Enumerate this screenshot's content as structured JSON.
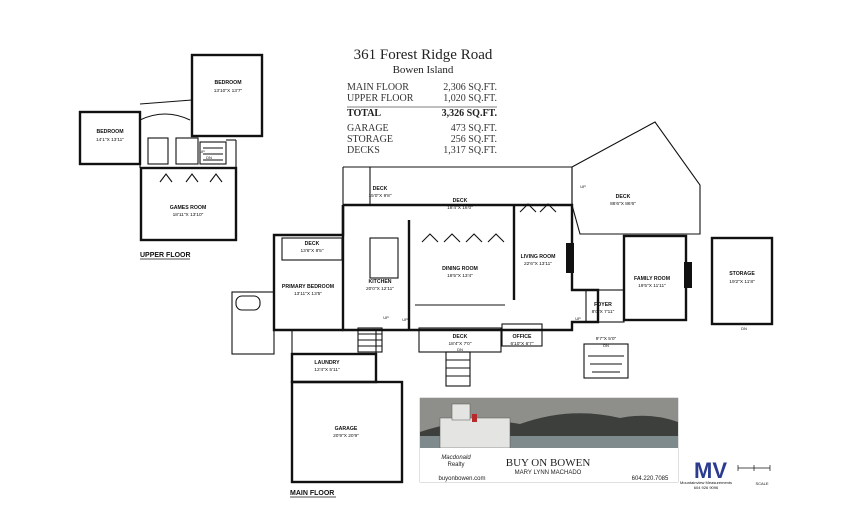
{
  "header": {
    "address": "361 Forest Ridge Road",
    "locality": "Bowen Island"
  },
  "areas": [
    {
      "label": "MAIN FLOOR",
      "value": "2,306 SQ.FT."
    },
    {
      "label": "UPPER FLOOR",
      "value": "1,020 SQ.FT."
    },
    {
      "label": "TOTAL",
      "value": "3,326 SQ.FT."
    },
    {
      "label": "GARAGE",
      "value": "473 SQ.FT."
    },
    {
      "label": "STORAGE",
      "value": "256 SQ.FT."
    },
    {
      "label": "DECKS",
      "value": "1,317 SQ.FT."
    }
  ],
  "floors": {
    "upper": "UPPER FLOOR",
    "main": "MAIN FLOOR"
  },
  "rooms": {
    "bedroom_a": {
      "name": "BEDROOM",
      "dims": "13'10\"X 13'7\""
    },
    "bedroom_b": {
      "name": "BEDROOM",
      "dims": "14'1\"X 13'11\""
    },
    "games_room": {
      "name": "GAMES ROOM",
      "dims": "18'11\"X 13'10\""
    },
    "deck_1": {
      "name": "DECK",
      "dims": "15'0\"X 9'8\""
    },
    "deck_2": {
      "name": "DECK",
      "dims": "18'4\"X 16'0\""
    },
    "deck_3": {
      "name": "DECK",
      "dims": "86'6\"X 86'6\""
    },
    "deck_4": {
      "name": "DECK",
      "dims": "13'6\"X 8'5\""
    },
    "deck_5": {
      "name": "DECK",
      "dims": "18'4\"X 7'0\""
    },
    "primary_bedroom": {
      "name": "PRIMARY BEDROOM",
      "dims": "13'11\"X 13'5\""
    },
    "kitchen": {
      "name": "KITCHEN",
      "dims": "20'0\"X 12'11\""
    },
    "dining_room": {
      "name": "DINING ROOM",
      "dims": "18'5\"X 13'4\""
    },
    "living_room": {
      "name": "LIVING ROOM",
      "dims": "22'6\"X 13'11\""
    },
    "family_room": {
      "name": "FAMILY ROOM",
      "dims": "19'5\"X 11'11\""
    },
    "storage": {
      "name": "STORAGE",
      "dims": "19'2\"X 11'8\""
    },
    "foyer": {
      "name": "FOYER",
      "dims": "8'0\"X 7'11\""
    },
    "office": {
      "name": "OFFICE",
      "dims": "6'10\"X 6'7\""
    },
    "laundry": {
      "name": "LAUNDRY",
      "dims": "12'4\"X 5'11\""
    },
    "garage": {
      "name": "GARAGE",
      "dims": "20'9\"X 20'9\""
    },
    "porch": {
      "name": "",
      "dims": "9'7\"X 5'0\""
    }
  },
  "markers": {
    "up": "UP",
    "dn": "DN"
  },
  "ad": {
    "brand": "Macdonald",
    "brand_sub": "Realty",
    "headline": "BUY ON BOWEN",
    "agent": "MARY LYNN MACHADO",
    "website": "buyonbowen.com",
    "phone": "604.220.7085",
    "colors": {
      "sky": "#8e8f8a",
      "water": "#7f8a8c",
      "hills": "#3d3f3c",
      "boat": "#e4e4e2",
      "flag": "#b52a2a"
    }
  },
  "logo": {
    "mark": "MV",
    "line1": "Mountainview Measurements",
    "line2": "604 926 9096",
    "colors": {
      "m": "#2b3b8f",
      "v": "#b8a63a"
    }
  },
  "scale": {
    "label": "SCALE"
  }
}
